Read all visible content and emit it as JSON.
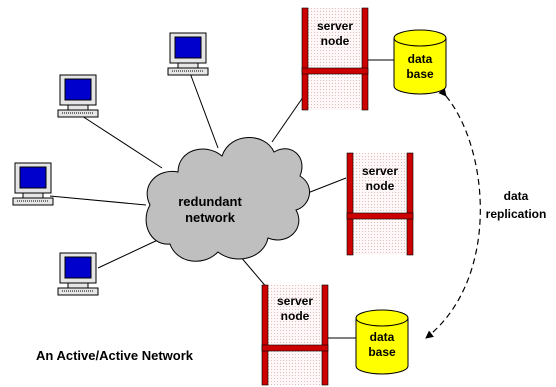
{
  "caption": "An Active/Active Network",
  "cloud": {
    "line1": "redundant",
    "line2": "network",
    "fill": "#bfbfbf"
  },
  "servers": [
    {
      "line1": "server",
      "line2": "node"
    },
    {
      "line1": "server",
      "line2": "node"
    },
    {
      "line1": "server",
      "line2": "node"
    }
  ],
  "databases": [
    {
      "line1": "data",
      "line2": "base"
    },
    {
      "line1": "data",
      "line2": "base"
    }
  ],
  "replication": {
    "line1": "data",
    "line2": "replication"
  },
  "terminals": [
    {
      "icon": "terminal-icon"
    },
    {
      "icon": "terminal-icon"
    },
    {
      "icon": "terminal-icon"
    },
    {
      "icon": "terminal-icon"
    }
  ],
  "colors": {
    "server_frame": "#cc0000",
    "server_fill": "#fff4f4",
    "database_fill": "#ffff00",
    "screen": "#0000cc",
    "line": "#000000"
  }
}
